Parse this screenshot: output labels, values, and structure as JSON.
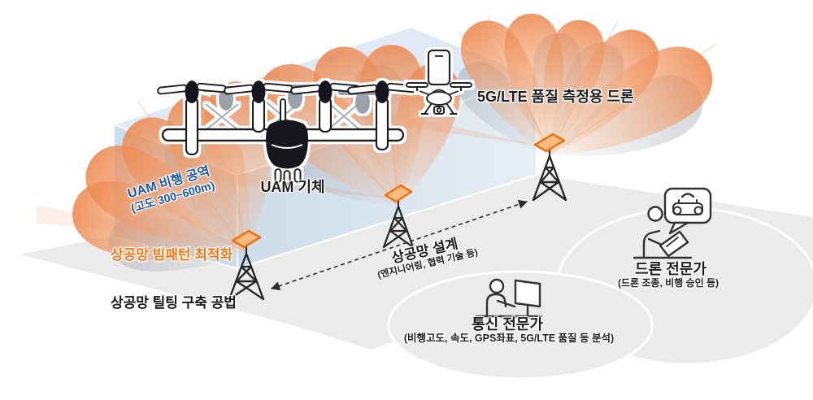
{
  "diagram": {
    "airspace_box": {
      "label_line1": "UAM 비행 공역",
      "label_line2": "(고도 300~600m)"
    },
    "uam_vehicle": {
      "label": "UAM 기체"
    },
    "measurement_drone": {
      "label": "5G/LTE 품질 측정용 드론"
    },
    "beam_pattern": {
      "label": "상공망 빔패턴 최적화"
    },
    "tilting_method": {
      "label": "상공망 틸팅 구축 공법"
    },
    "network_design": {
      "label": "상공망 설계",
      "sublabel": "(엔지니어링, 협력 기술 등)"
    },
    "comm_expert": {
      "label": "통신 전문가",
      "sublabel": "(비행고도, 속도, GPS좌표, 5G/LTE 품질 등 분석)"
    },
    "drone_expert": {
      "label": "드론 전문가",
      "sublabel": "(드론 조종, 비행 승인 등)"
    }
  },
  "icons": [
    "cell-tower-icon",
    "antenna-panel-icon",
    "uam-aircraft-icon",
    "measurement-drone-icon",
    "smartphone-icon",
    "comm-expert-person-icon",
    "monitor-icon",
    "drone-expert-person-icon",
    "clipboard-icon",
    "remote-controller-speech-bubble-icon",
    "beam-lobe-icon",
    "dashed-arrow"
  ],
  "colors": {
    "accent_orange": "#ed7a17",
    "label_blue": "#1c58a0",
    "text_dark": "#1d1d1f",
    "box_blue_top": "#dfeaf4",
    "box_blue_left": "#c9ddee",
    "box_blue_front": "#d3e1ec",
    "ground_gray": "#ebebeb",
    "beam_orange": "#ec844a",
    "panel_fill": "#f8bc82",
    "panel_stroke": "#ed7210"
  }
}
